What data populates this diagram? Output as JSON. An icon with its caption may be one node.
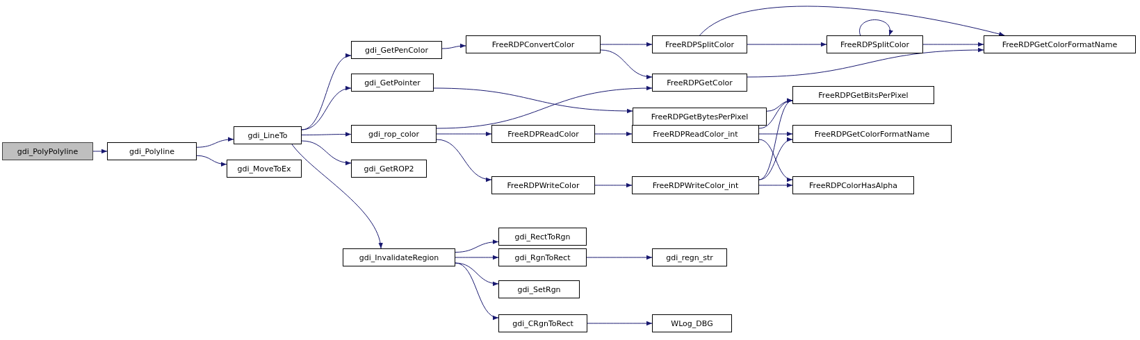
{
  "diagram": {
    "nodes": [
      {
        "text": [
          "gdi_PolyPolyline"
        ]
      },
      {
        "text": [
          "gdi_Polyline"
        ]
      },
      {
        "text": [
          "gdi_LineTo"
        ]
      },
      {
        "text": [
          "gdi_GetPenColor"
        ]
      },
      {
        "text": [
          "gdi_GetPointer"
        ]
      },
      {
        "text": [
          "gdi_rop_color"
        ]
      },
      {
        "text": [
          "gdi_GetROP2"
        ]
      },
      {
        "text": [
          "gdi_MoveToEx"
        ]
      },
      {
        "text": [
          "gdi_InvalidateRegion"
        ]
      },
      {
        "text": [
          "FreeRDPConvertColor"
        ]
      },
      {
        "text": [
          "FreeRDPGetColor"
        ]
      },
      {
        "text": [
          "FreeRDPGetBytesPerPixel"
        ]
      },
      {
        "text": [
          "FreeRDPReadColor"
        ]
      },
      {
        "text": [
          "FreeRDPWriteColor"
        ]
      },
      {
        "text": [
          "gdi_RectToRgn"
        ]
      },
      {
        "text": [
          "gdi_RgnToRect"
        ]
      },
      {
        "text": [
          "gdi_SetRgn"
        ]
      },
      {
        "text": [
          "gdi_CRgnToRect"
        ]
      },
      {
        "text": [
          "FreeRDPSplitColor"
        ]
      },
      {
        "text": [
          "FreeRDPReadColor_int"
        ]
      },
      {
        "text": [
          "FreeRDPWriteColor_int"
        ]
      },
      {
        "text": [
          "gdi_regn_str"
        ]
      },
      {
        "text": [
          "WLog_DBG"
        ]
      },
      {
        "text": [
          "FreeRDPSplitColor"
        ]
      },
      {
        "text": [
          "FreeRDPGetColorFormatName"
        ]
      },
      {
        "text": [
          "FreeRDPGetBitsPerPixel"
        ]
      },
      {
        "text": [
          "FreeRDPGetColorFormatName"
        ]
      },
      {
        "text": [
          "FreeRDPColorHasAlpha"
        ]
      }
    ],
    "edges": [
      {
        "from": 0,
        "to": 1,
        "arrow": "to"
      },
      {
        "from": 1,
        "to": 2,
        "arrow": "to"
      },
      {
        "from": 1,
        "to": 7,
        "arrow": "to"
      },
      {
        "from": 2,
        "to": 3,
        "arrow": "to"
      },
      {
        "from": 2,
        "to": 4,
        "arrow": "to"
      },
      {
        "from": 2,
        "to": 5,
        "arrow": "to"
      },
      {
        "from": 2,
        "to": 6,
        "arrow": "to"
      },
      {
        "from": 2,
        "to": 8,
        "arrow": "to"
      },
      {
        "from": 3,
        "to": 9,
        "arrow": "to"
      },
      {
        "from": 4,
        "to": 11,
        "arrow": "to"
      },
      {
        "from": 5,
        "to": 10,
        "arrow": "to"
      },
      {
        "from": 5,
        "to": 12,
        "arrow": "to"
      },
      {
        "from": 5,
        "to": 13,
        "arrow": "to"
      },
      {
        "from": 8,
        "to": 14,
        "arrow": "to"
      },
      {
        "from": 8,
        "to": 15,
        "arrow": "to"
      },
      {
        "from": 8,
        "to": 16,
        "arrow": "to"
      },
      {
        "from": 8,
        "to": 17,
        "arrow": "to"
      },
      {
        "from": 9,
        "to": 18,
        "arrow": "to"
      },
      {
        "from": 9,
        "to": 10,
        "arrow": "to"
      },
      {
        "from": 10,
        "to": 24,
        "arrow": "to"
      },
      {
        "from": 11,
        "to": 25,
        "arrow": "to"
      },
      {
        "from": 12,
        "to": 19,
        "arrow": "to"
      },
      {
        "from": 13,
        "to": 20,
        "arrow": "to"
      },
      {
        "from": 15,
        "to": 21,
        "arrow": "to"
      },
      {
        "from": 17,
        "to": 22,
        "arrow": "to"
      },
      {
        "from": 18,
        "to": 23,
        "arrow": "to"
      },
      {
        "from": 18,
        "to": 24,
        "arrow": "to"
      },
      {
        "from": 23,
        "to": 23,
        "arrow": "to"
      },
      {
        "from": 23,
        "to": 24,
        "arrow": "to"
      },
      {
        "from": 19,
        "to": 25,
        "arrow": "to"
      },
      {
        "from": 19,
        "to": 26,
        "arrow": "to"
      },
      {
        "from": 19,
        "to": 27,
        "arrow": "to"
      },
      {
        "from": 20,
        "to": 25,
        "arrow": "to"
      },
      {
        "from": 20,
        "to": 26,
        "arrow": "to"
      },
      {
        "from": 20,
        "to": 27,
        "arrow": "to"
      }
    ]
  }
}
